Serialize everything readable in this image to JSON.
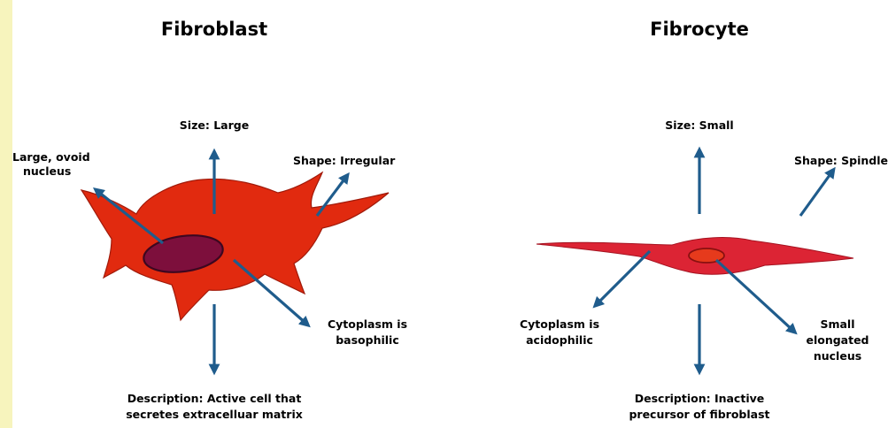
{
  "colors": {
    "background": "#f7f4bd",
    "panel": "#ffffff",
    "fibroblast_cell": "#e12a0f",
    "fibroblast_nucleus": "#7d0f3c",
    "fibrocyte_cell": "#dc2434",
    "fibrocyte_nucleus": "#e63a1c",
    "arrow": "#1f5c8c"
  },
  "fibroblast": {
    "title": "Fibroblast",
    "size": "Size: Large",
    "nucleus_line1": "Large, ovoid",
    "nucleus_line2": "nucleus",
    "shape": "Shape: Irregular",
    "cytoplasm_line1": "Cytoplasm is",
    "cytoplasm_line2": "basophilic",
    "description_line1": "Description: Active cell that",
    "description_line2": "secretes extracelluar matrix"
  },
  "fibrocyte": {
    "title": "Fibrocyte",
    "size": "Size: Small",
    "shape": "Shape: Spindle",
    "cytoplasm_line1": "Cytoplasm is",
    "cytoplasm_line2": "acidophilic",
    "nucleus_line1": "Small",
    "nucleus_line2": "elongated",
    "nucleus_line3": "nucleus",
    "description_line1": "Description: Inactive",
    "description_line2": "precursor of fibroblast"
  }
}
